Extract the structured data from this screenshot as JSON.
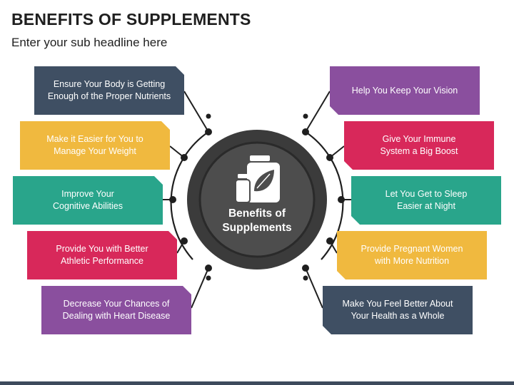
{
  "header": {
    "title": "BENEFITS OF SUPPLEMENTS",
    "subtitle": "Enter your sub headline here"
  },
  "center": {
    "line1": "Benefits of",
    "line2": "Supplements",
    "icon": "supplement-bottles-leaf-icon"
  },
  "left_items": [
    {
      "line1": "Ensure Your Body is Getting",
      "line2": "Enough of the Proper Nutrients",
      "color": "#3f4f63"
    },
    {
      "line1": "Make it Easier for You to",
      "line2": "Manage Your Weight",
      "color": "#f0b93f"
    },
    {
      "line1": "Improve Your",
      "line2": "Cognitive Abilities",
      "color": "#29a58b"
    },
    {
      "line1": "Provide You with Better",
      "line2": "Athletic Performance",
      "color": "#d8285a"
    },
    {
      "line1": "Decrease Your Chances of",
      "line2": "Dealing with Heart Disease",
      "color": "#8a4f9e"
    }
  ],
  "right_items": [
    {
      "line1": "Help You Keep Your Vision",
      "line2": "",
      "color": "#8a4f9e"
    },
    {
      "line1": "Give Your Immune",
      "line2": "System a Big Boost",
      "color": "#d8285a"
    },
    {
      "line1": "Let You Get to Sleep",
      "line2": "Easier at Night",
      "color": "#29a58b"
    },
    {
      "line1": "Provide Pregnant Women",
      "line2": "with More Nutrition",
      "color": "#f0b93f"
    },
    {
      "line1": "Make You Feel Better About",
      "line2": "Your Health as a Whole",
      "color": "#3f4f63"
    }
  ]
}
